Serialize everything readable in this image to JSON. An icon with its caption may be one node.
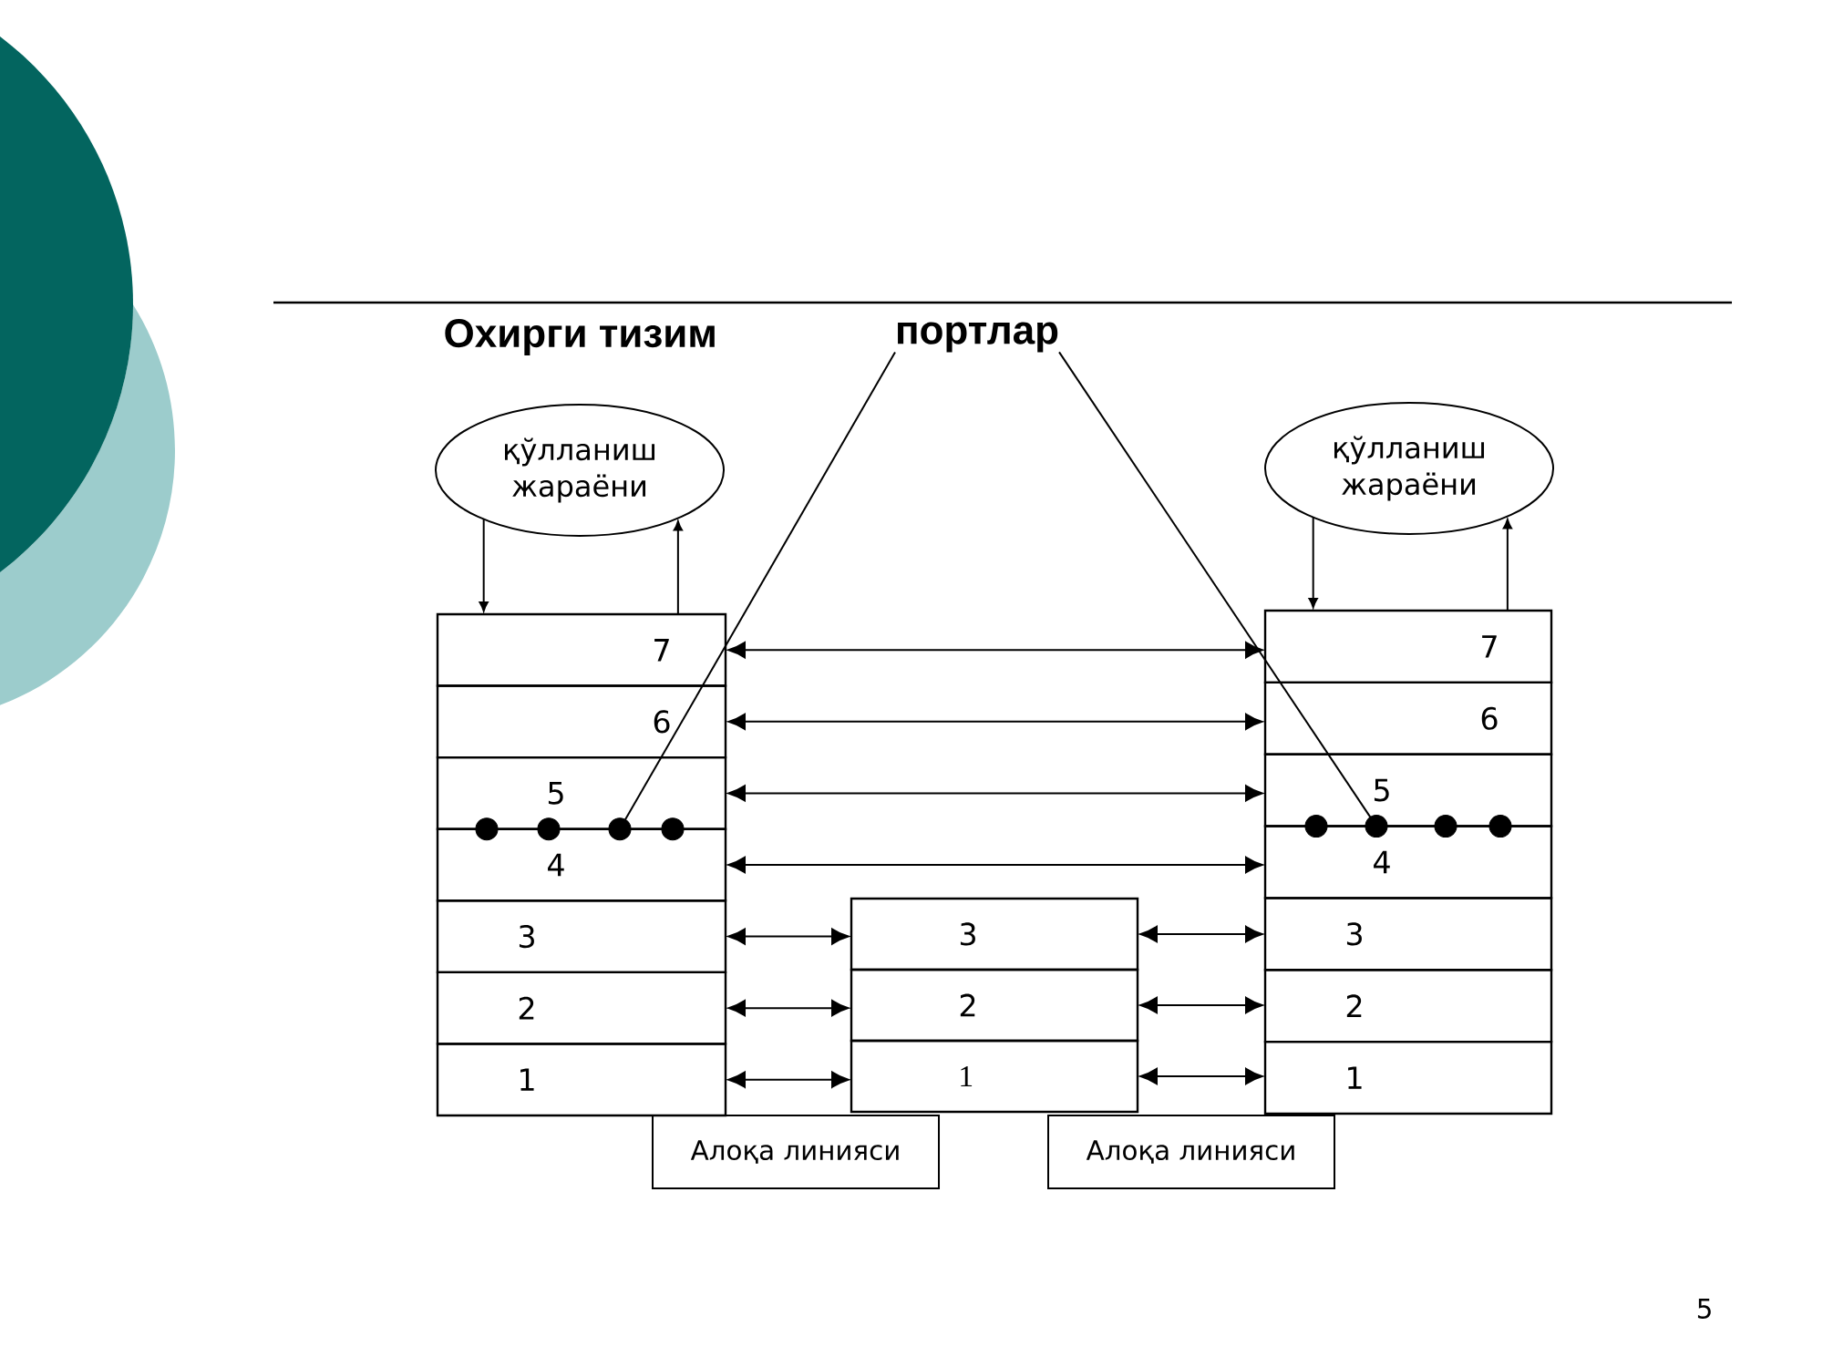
{
  "diagram": {
    "nodes": [
      {
        "text": [
          "портлар"
        ]
      },
      {
        "text": [
          "қўлланиш жараёни"
        ]
      },
      {
        "text": [
          "қўлланиш жараёни"
        ]
      },
      {
        "text": [
          "7"
        ]
      },
      {
        "text": [
          "6"
        ]
      },
      {
        "text": [
          "5"
        ]
      },
      {
        "text": [
          "4"
        ]
      },
      {
        "text": [
          "3"
        ]
      },
      {
        "text": [
          "2"
        ]
      },
      {
        "text": [
          "1"
        ]
      },
      {
        "text": [
          "3"
        ]
      },
      {
        "text": [
          "2"
        ]
      },
      {
        "text": [
          "1"
        ]
      },
      {
        "text": [
          "7"
        ]
      },
      {
        "text": [
          "6"
        ]
      },
      {
        "text": [
          "5"
        ]
      },
      {
        "text": [
          "4"
        ]
      },
      {
        "text": [
          "3"
        ]
      },
      {
        "text": [
          "2"
        ]
      },
      {
        "text": [
          "1"
        ]
      },
      {
        "text": [],
        "shape": "circle"
      },
      {
        "text": [],
        "shape": "circle"
      },
      {
        "text": [],
        "shape": "circle"
      },
      {
        "text": [],
        "shape": "circle"
      },
      {
        "text": [],
        "shape": "circle"
      },
      {
        "text": [],
        "shape": "circle"
      },
      {
        "text": [],
        "shape": "circle"
      },
      {
        "text": [],
        "shape": "circle"
      },
      {
        "text": [
          "Алоқа линияси"
        ]
      },
      {
        "text": [
          "Алоқа линияси"
        ]
      }
    ],
    "edges": [
      {
        "from": 1,
        "to": 3,
        "arrow": "to"
      },
      {
        "from": 3,
        "to": 1,
        "arrow": "to"
      },
      {
        "from": 2,
        "to": 13,
        "arrow": "to"
      },
      {
        "from": 13,
        "to": 2,
        "arrow": "to"
      },
      {
        "from": 3,
        "to": 13,
        "arrow": "both"
      },
      {
        "from": 4,
        "to": 14,
        "arrow": "both"
      },
      {
        "from": 5,
        "to": 15,
        "arrow": "both"
      },
      {
        "from": 6,
        "to": 16,
        "arrow": "both"
      },
      {
        "from": 7,
        "to": 10,
        "arrow": "both"
      },
      {
        "from": 8,
        "to": 11,
        "arrow": "both"
      },
      {
        "from": 9,
        "to": 12,
        "arrow": "both"
      },
      {
        "from": 10,
        "to": 17,
        "arrow": "both"
      },
      {
        "from": 11,
        "to": 18,
        "arrow": "both"
      },
      {
        "from": 12,
        "to": 19,
        "arrow": "both"
      },
      {
        "from": 0,
        "to": 22,
        "arrow": "none"
      },
      {
        "from": 0,
        "to": 25,
        "arrow": "none"
      }
    ],
    "labels": [
      "Охирги тизим",
      "5"
    ]
  }
}
